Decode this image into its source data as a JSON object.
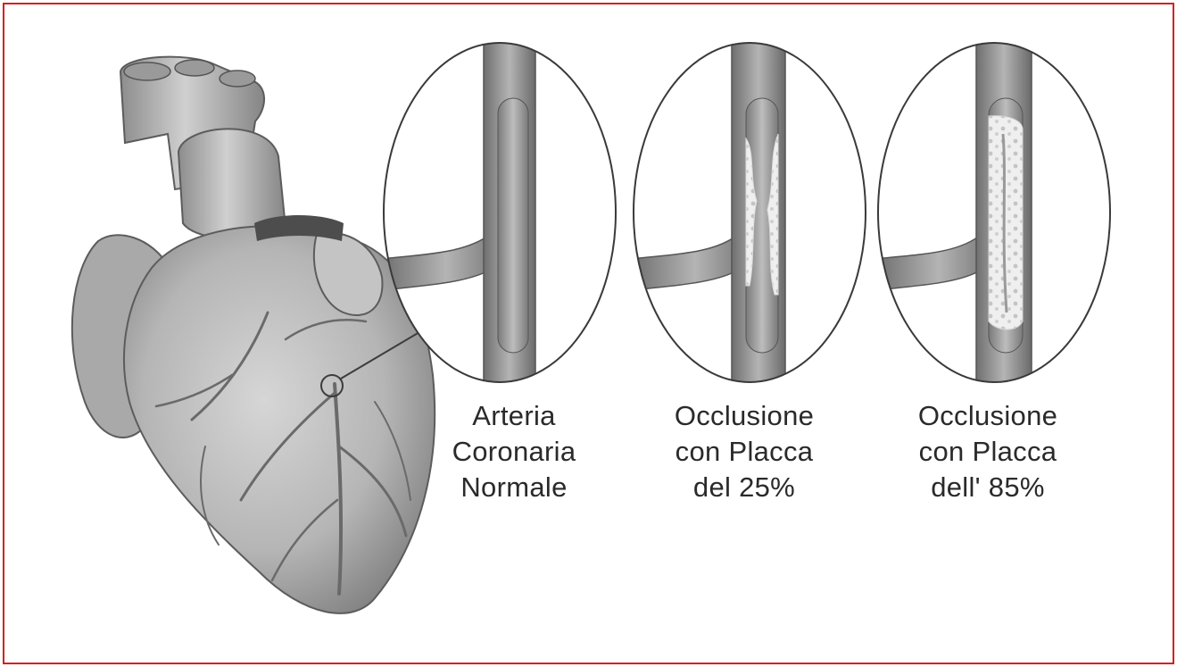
{
  "panels": [
    {
      "id": "normal",
      "plaque_percent": 0,
      "label_lines": [
        "Arteria",
        "Coronaria",
        "Normale"
      ]
    },
    {
      "id": "occlusion-25",
      "plaque_percent": 25,
      "label_lines": [
        "Occlusione",
        "con Placca",
        "del 25%"
      ]
    },
    {
      "id": "occlusion-85",
      "plaque_percent": 85,
      "label_lines": [
        "Occlusione",
        "con Placca",
        "dell' 85%"
      ]
    }
  ],
  "colors": {
    "frame": "#d42020",
    "heart": "#b7b7b7",
    "vessel": "#8f8f8f",
    "artery_wall": "#6e6e6e",
    "lumen": "#a9a9a9",
    "plaque": "#f2f2f2",
    "text": "#2a2a2a"
  }
}
